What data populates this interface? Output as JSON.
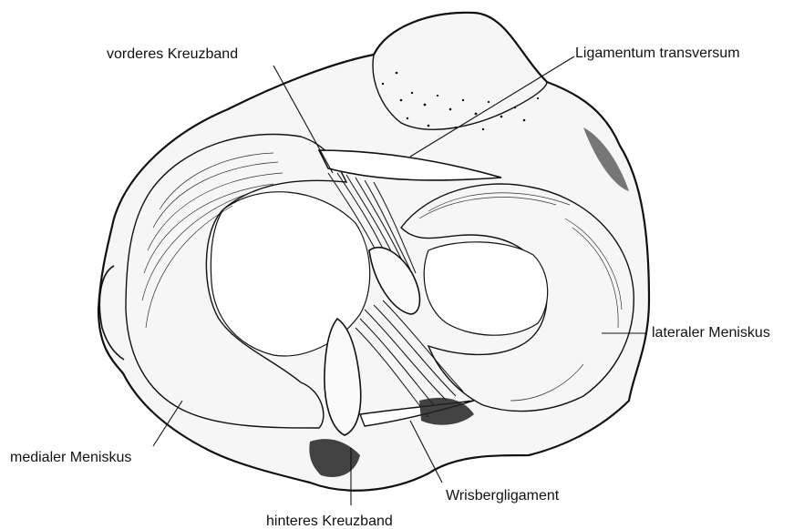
{
  "labels": {
    "vorderes_kreuzband": "vorderes Kreuzband",
    "ligamentum_transversum": "Ligamentum transversum",
    "lateraler_meniskus": "lateraler Meniskus",
    "medialer_meniskus": "medialer Meniskus",
    "wrisbergligament": "Wrisbergligament",
    "hinteres_kreuzband": "hinteres Kreuzband"
  },
  "colors": {
    "ink": "#111111",
    "paper": "#ffffff",
    "surface": "#f6f6f6"
  }
}
